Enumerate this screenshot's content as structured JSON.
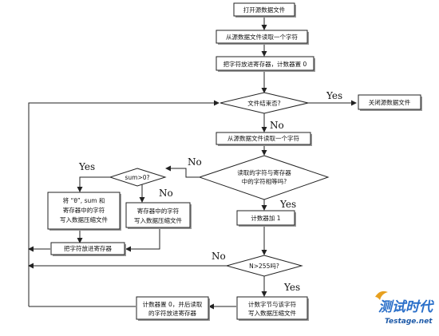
{
  "nodes": {
    "open_file": "打开源数据文件",
    "read_char_1": "从源数据文件读取一个字符",
    "store_reg_reset": "把字符放进寄存器，计数器置 0",
    "file_end_q": "文件结束否?",
    "close_file": "关闭源数据文件",
    "read_char_2": "从源数据文件读取一个字符",
    "char_equal_q": [
      "读取的字符与寄存器",
      "中的字符相等吗?"
    ],
    "sum_q": "sum>0?",
    "write_combo": [
      "将 “θ”, sum 和",
      "寄存器中的字符",
      "写入数据压缩文件"
    ],
    "write_reg": [
      "寄存器中的字符",
      "写入数据压缩文件"
    ],
    "counter_inc": "计数器加 1",
    "put_char": "把字符放进寄存器",
    "n_gt_q": "N>255吗?",
    "write_count": [
      "计数字节与该字符",
      "写入数据压缩文件"
    ],
    "reset_store": [
      "计数器置 0，并后读取",
      "的字符放进寄存器"
    ]
  },
  "edge_labels": {
    "file_end_yes": "Yes",
    "file_end_no": "No",
    "equal_no": "No",
    "equal_yes": "Yes",
    "sum_yes": "Yes",
    "sum_no": "No",
    "n_no": "No",
    "n_yes": "Yes"
  },
  "watermark": {
    "brand": "测试时代",
    "domain": "Testage.net"
  }
}
